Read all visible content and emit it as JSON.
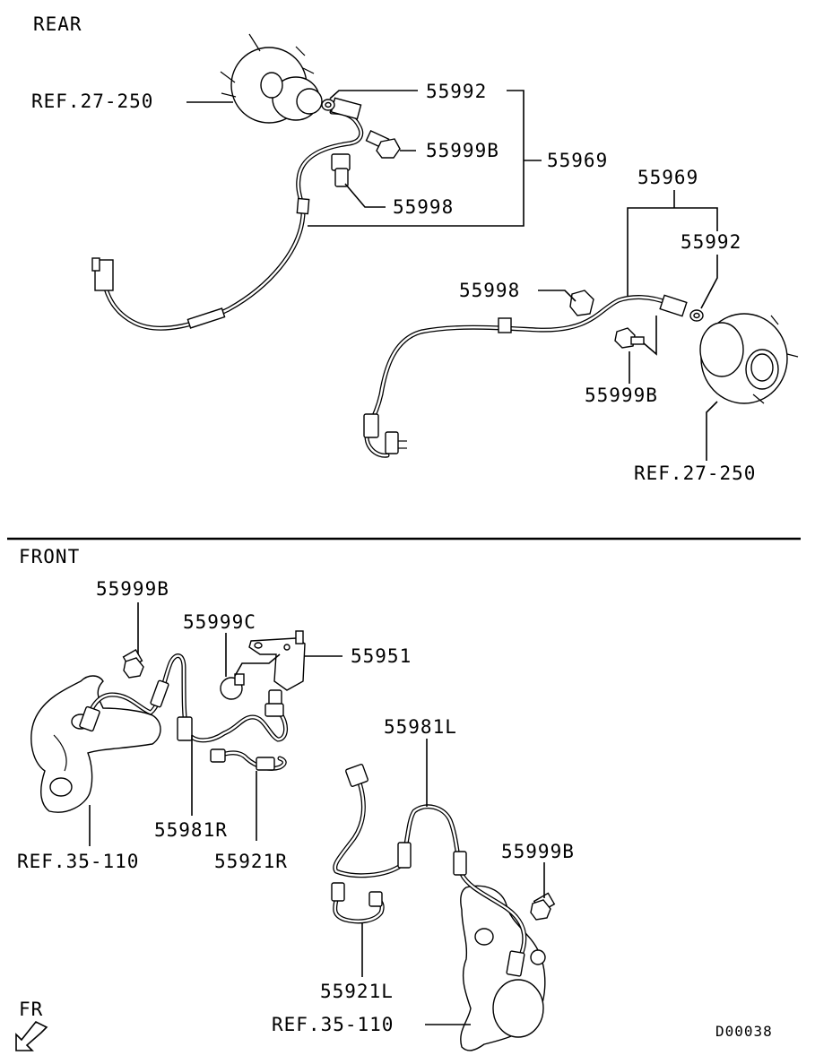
{
  "sections": {
    "rear": "REAR",
    "front": "FRONT"
  },
  "rear": {
    "ref_left": "REF.27-250",
    "p55992_left": "55992",
    "p55999b_left": "55999B",
    "p55969_left": "55969",
    "p55998_left": "55998",
    "p55969_right": "55969",
    "p55992_right": "55992",
    "p55998_right": "55998",
    "p55999b_right": "55999B",
    "ref_right": "REF.27-250"
  },
  "front": {
    "p55999b_top": "55999B",
    "p55999c": "55999C",
    "p55951": "55951",
    "p55981l": "55981L",
    "p55981r": "55981R",
    "p55921r": "55921R",
    "ref_left": "REF.35-110",
    "p55999b_right": "55999B",
    "p55921l": "55921L",
    "ref_bottom": "REF.35-110"
  },
  "footer": {
    "fr": "FR",
    "code": "D00038"
  },
  "icons": [
    "front-arrow-icon"
  ]
}
